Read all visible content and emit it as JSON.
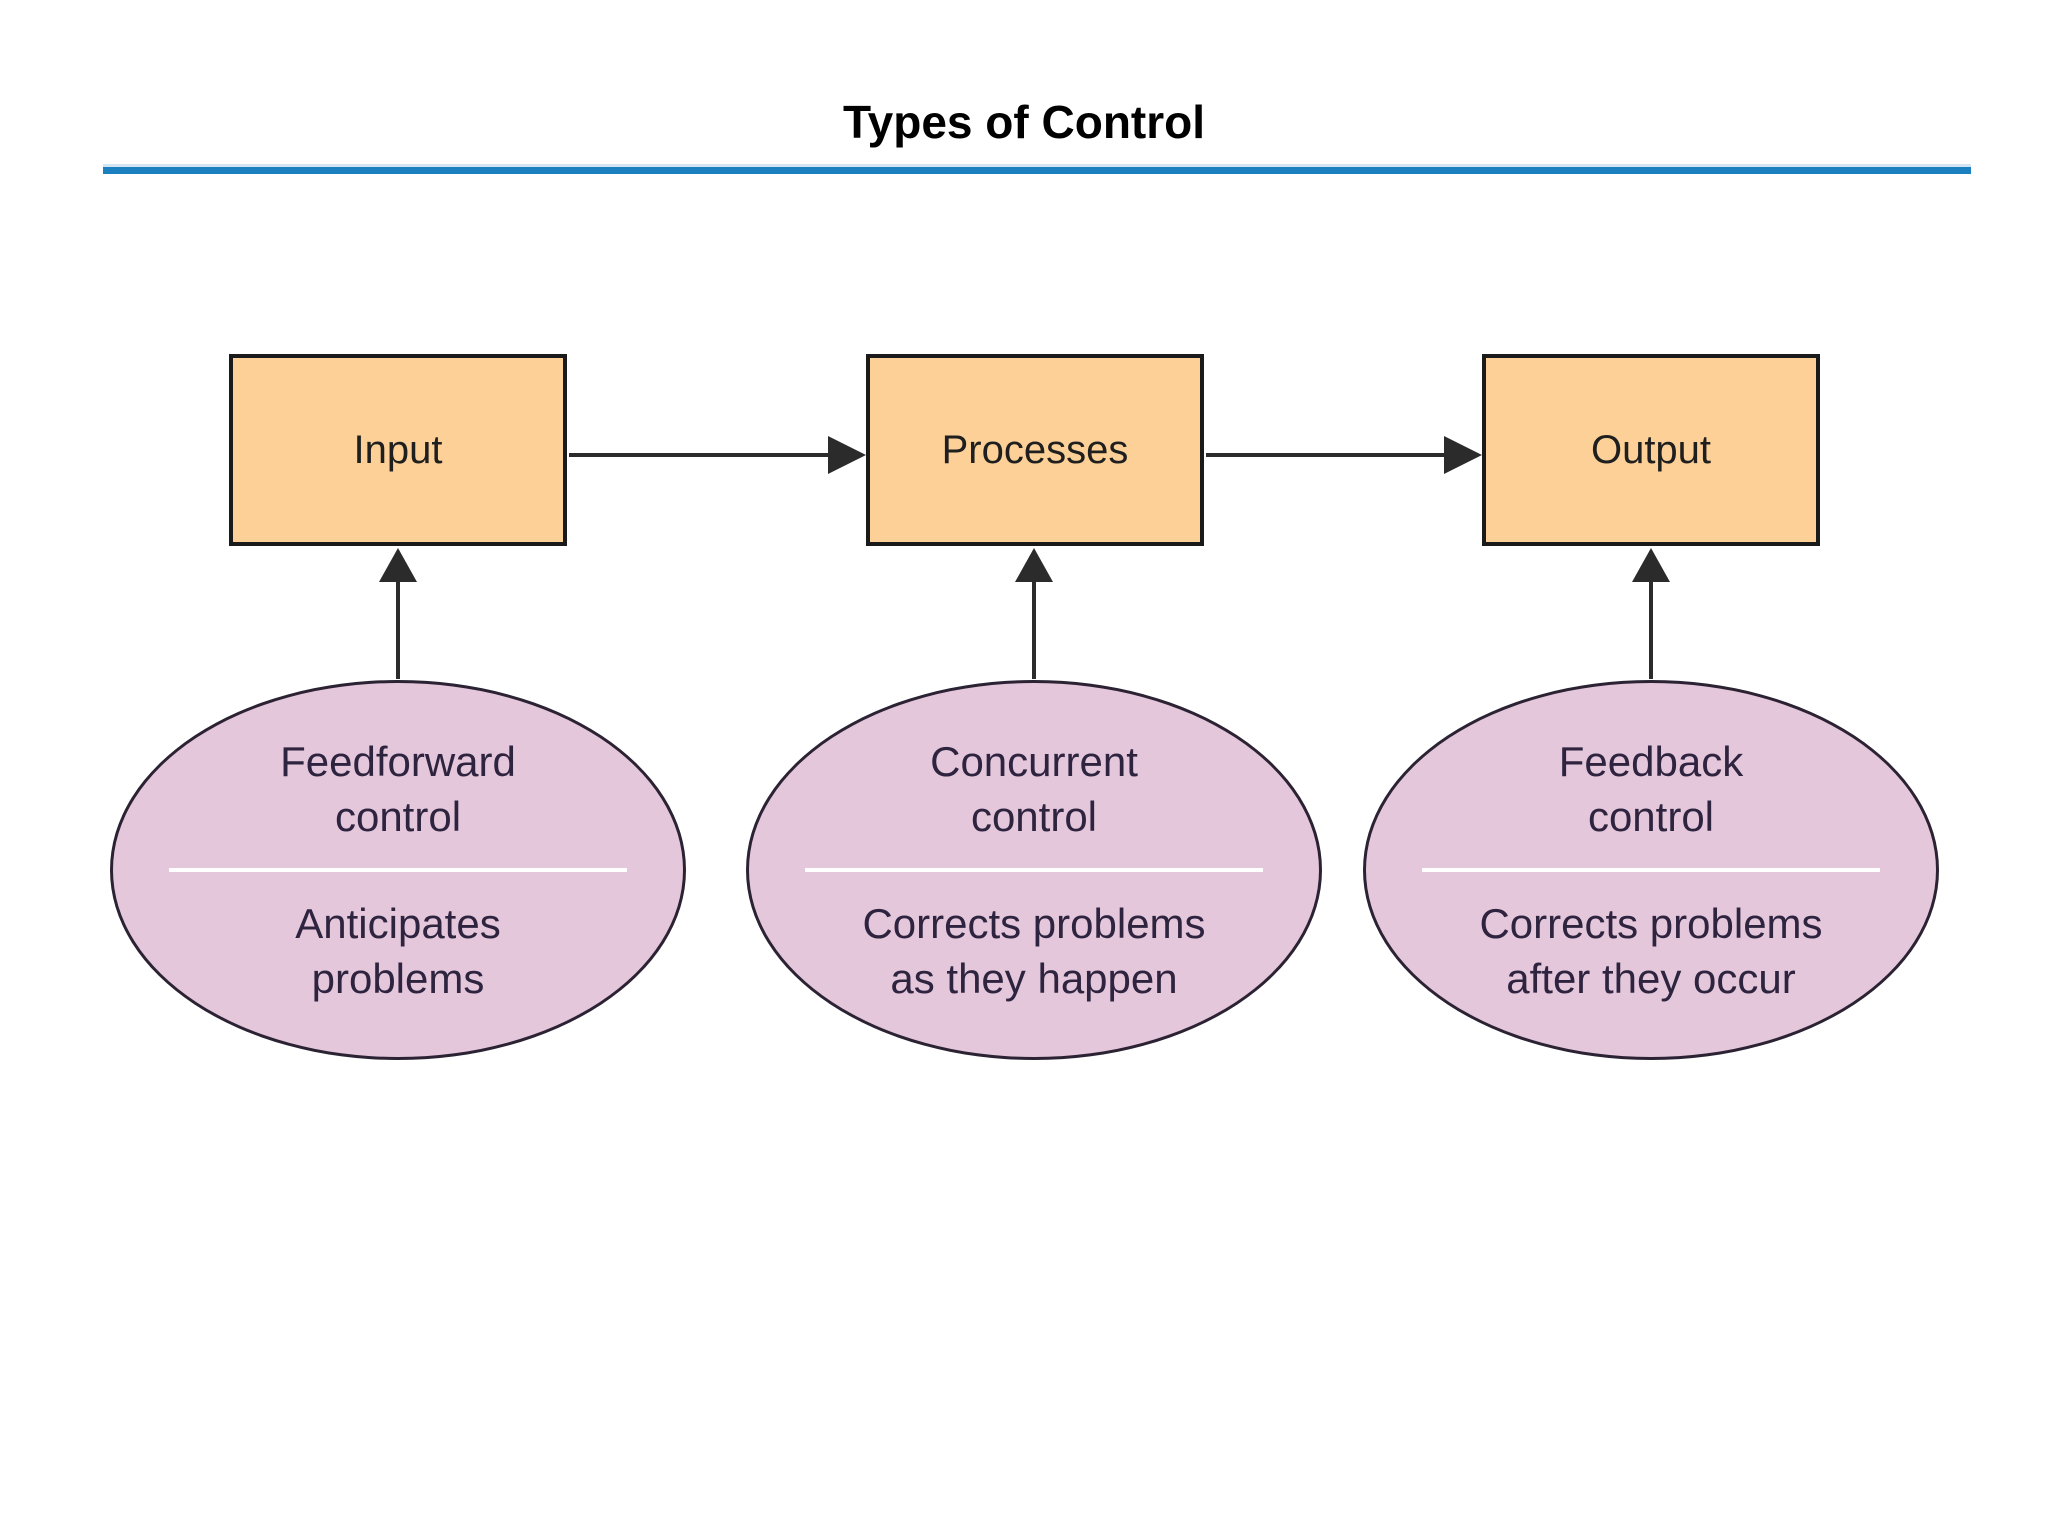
{
  "title": "Types of Control",
  "colors": {
    "title_rule_blue": "#1a80c0",
    "box_fill": "#fcd096",
    "box_border": "#1a1a1a",
    "ellipse_fill": "#e4c7da",
    "ellipse_border": "#2b2233",
    "ellipse_divider": "#ffffff",
    "arrow": "#2b2b2b"
  },
  "flow_nodes": [
    {
      "label": "Input"
    },
    {
      "label": "Processes"
    },
    {
      "label": "Output"
    }
  ],
  "controls": [
    {
      "title": "Feedforward\ncontrol",
      "description": "Anticipates\nproblems"
    },
    {
      "title": "Concurrent\ncontrol",
      "description": "Corrects problems\nas they happen"
    },
    {
      "title": "Feedback\ncontrol",
      "description": "Corrects problems\nafter they occur"
    }
  ]
}
